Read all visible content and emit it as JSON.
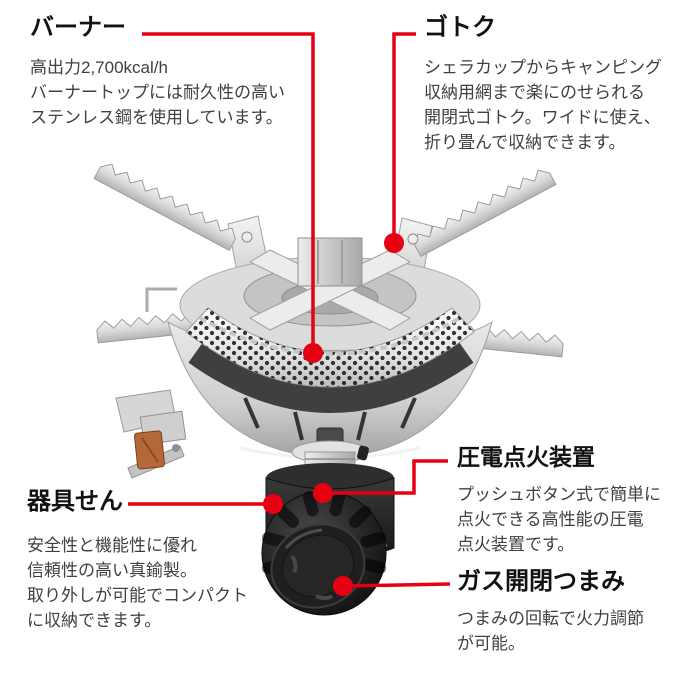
{
  "colors": {
    "accent_red": "#e60012",
    "heading_text": "#111111",
    "body_text": "#404040",
    "background": "#ffffff"
  },
  "product": "single-burner camping gas stove",
  "callouts": [
    {
      "id": "burner",
      "title": "バーナー",
      "lines": [
        "高出力2,700kcal/h",
        "バーナートップには耐久性の高い",
        "ステンレス鋼を使用しています。"
      ]
    },
    {
      "id": "gotoku",
      "title": "ゴトク",
      "lines": [
        "シェラカップからキャンピング",
        "収納用網まで楽にのせられる",
        "開閉式ゴトク。ワイドに使え、",
        "折り畳んで収納できます。"
      ]
    },
    {
      "id": "piezo-igniter",
      "title": "圧電点火装置",
      "lines": [
        "プッシュボタン式で簡単に",
        "点火できる高性能の圧電",
        "点火装置です。"
      ]
    },
    {
      "id": "appliance-valve",
      "title": "器具せん",
      "lines": [
        "安全性と機能性に優れ",
        "信頼性の高い真鍮製。",
        "取り外しが可能でコンパクト",
        "に収納できます。"
      ]
    },
    {
      "id": "gas-knob",
      "title": "ガス開閉つまみ",
      "lines": [
        "つまみの回転で火力調節",
        "が可能。"
      ]
    }
  ]
}
